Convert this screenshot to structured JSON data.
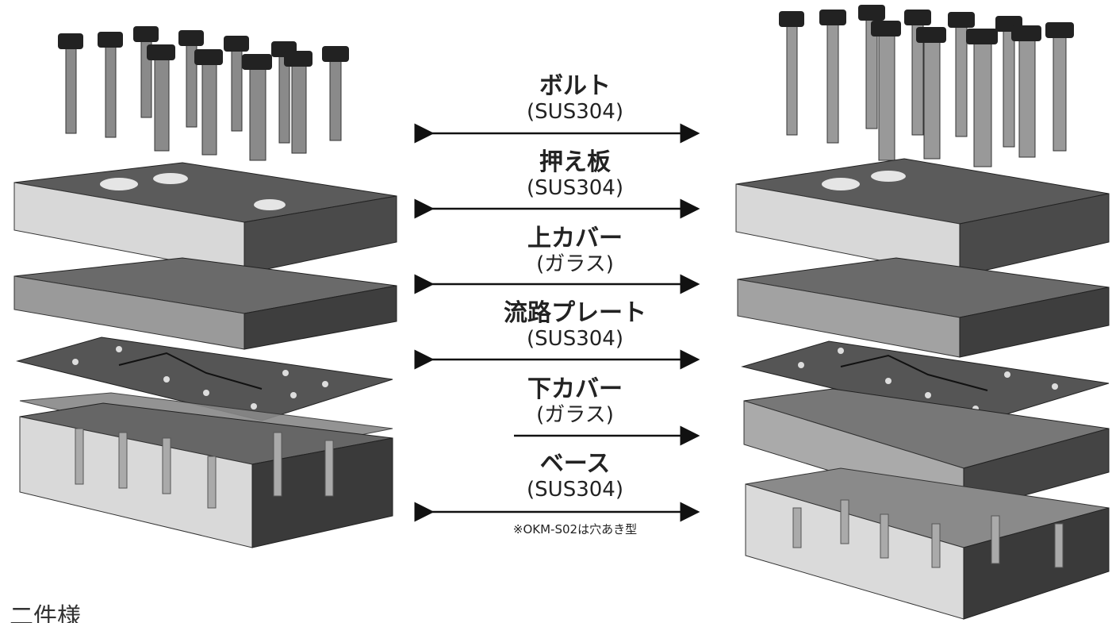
{
  "title_partial": "二件様",
  "note": "※OKM-S02は穴あき型",
  "layers": [
    {
      "name": "ボルト",
      "material": "(SUS304)",
      "arrow": "both"
    },
    {
      "name": "押え板",
      "material": "(SUS304)",
      "arrow": "both"
    },
    {
      "name": "上カバー",
      "material": "(ガラス)",
      "arrow": "both"
    },
    {
      "name": "流路プレート",
      "material": "(SUS304)",
      "arrow": "both"
    },
    {
      "name": "下カバー",
      "material": "(ガラス)",
      "arrow": "right"
    },
    {
      "name": "ベース",
      "material": "(SUS304)",
      "arrow": "both"
    }
  ],
  "colors": {
    "arrow": "#111111",
    "steel": "#4d4d4d",
    "glass": "#cfcfcf",
    "text": "#222222"
  }
}
